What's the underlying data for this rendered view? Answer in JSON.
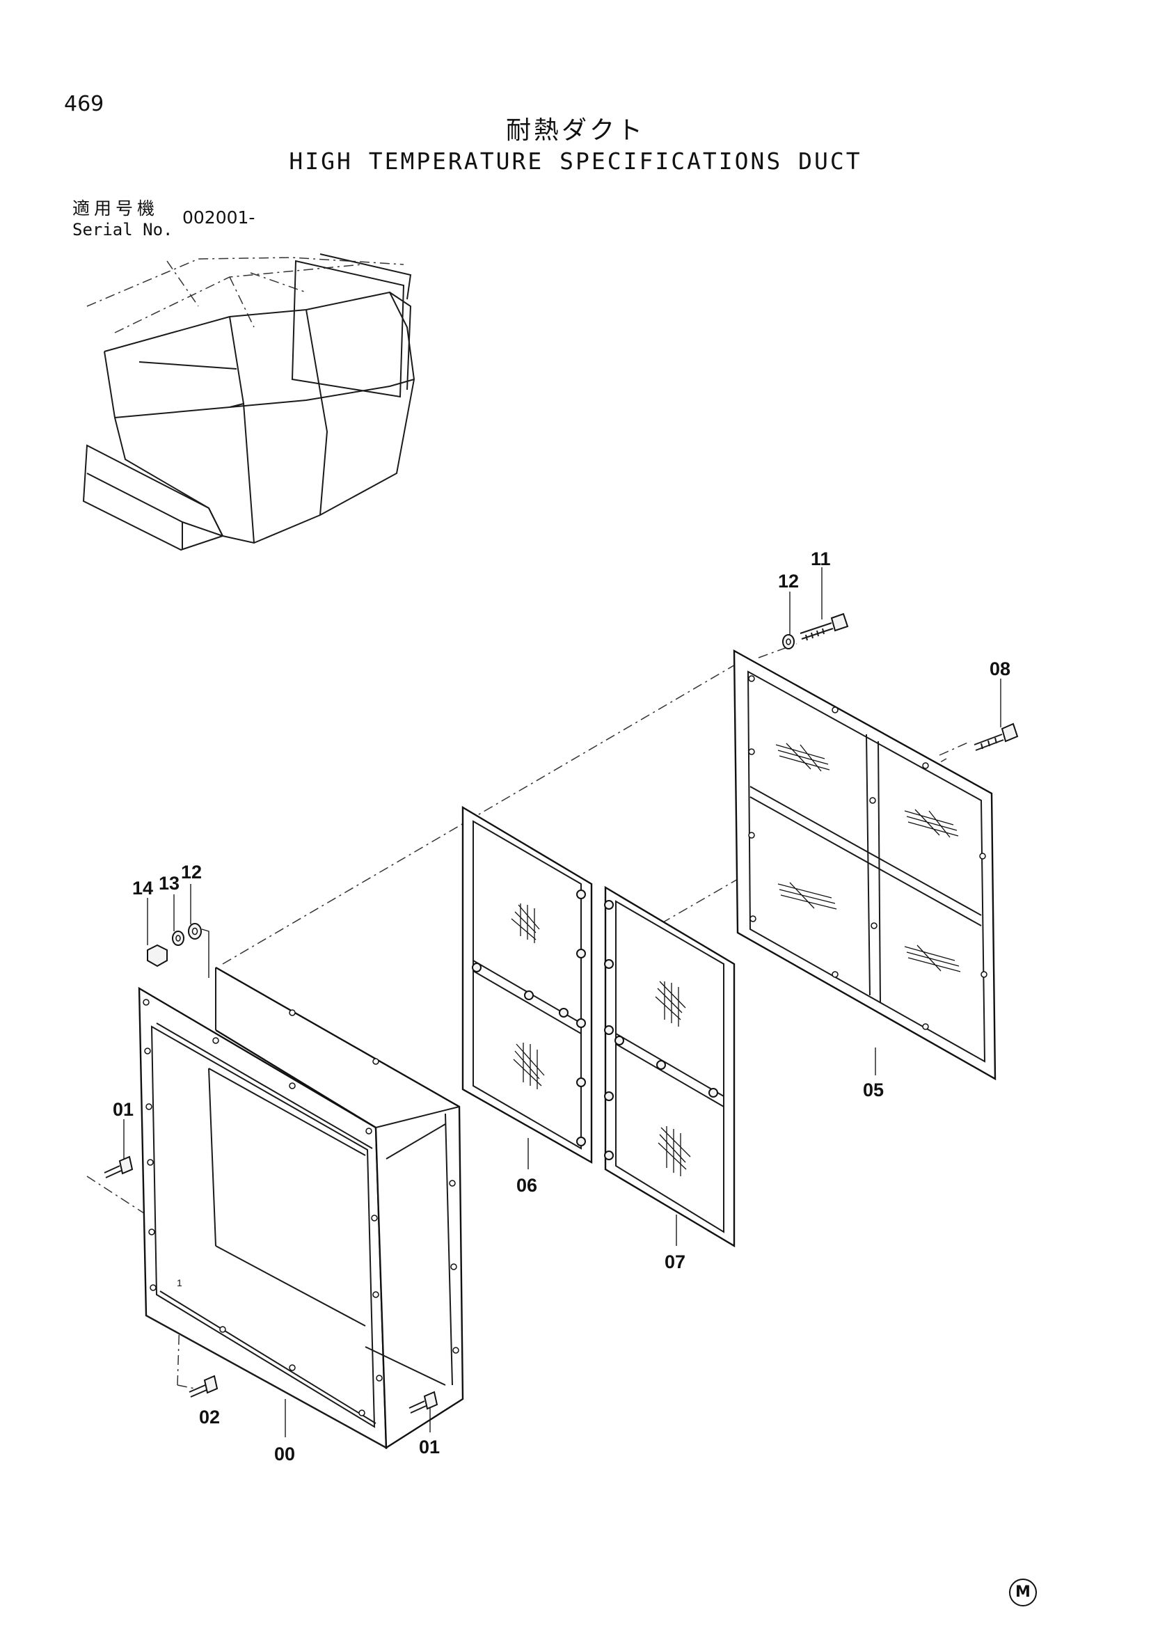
{
  "page": {
    "number": "469",
    "title_jp": "耐熱ダクト",
    "title_en": "HIGH TEMPERATURE SPECIFICATIONS DUCT"
  },
  "serial": {
    "label_jp": "適用号機",
    "label_en": "Serial No.",
    "value": "002001-"
  },
  "callouts": [
    {
      "id": "00",
      "text": "00"
    },
    {
      "id": "01a",
      "text": "01"
    },
    {
      "id": "01b",
      "text": "01"
    },
    {
      "id": "02",
      "text": "02"
    },
    {
      "id": "05",
      "text": "05"
    },
    {
      "id": "06",
      "text": "06"
    },
    {
      "id": "07",
      "text": "07"
    },
    {
      "id": "08",
      "text": "08"
    },
    {
      "id": "11",
      "text": "11"
    },
    {
      "id": "12a",
      "text": "12"
    },
    {
      "id": "12b",
      "text": "12"
    },
    {
      "id": "13",
      "text": "13"
    },
    {
      "id": "14",
      "text": "14"
    },
    {
      "id": "small1",
      "text": "1"
    }
  ],
  "trademark": "M"
}
